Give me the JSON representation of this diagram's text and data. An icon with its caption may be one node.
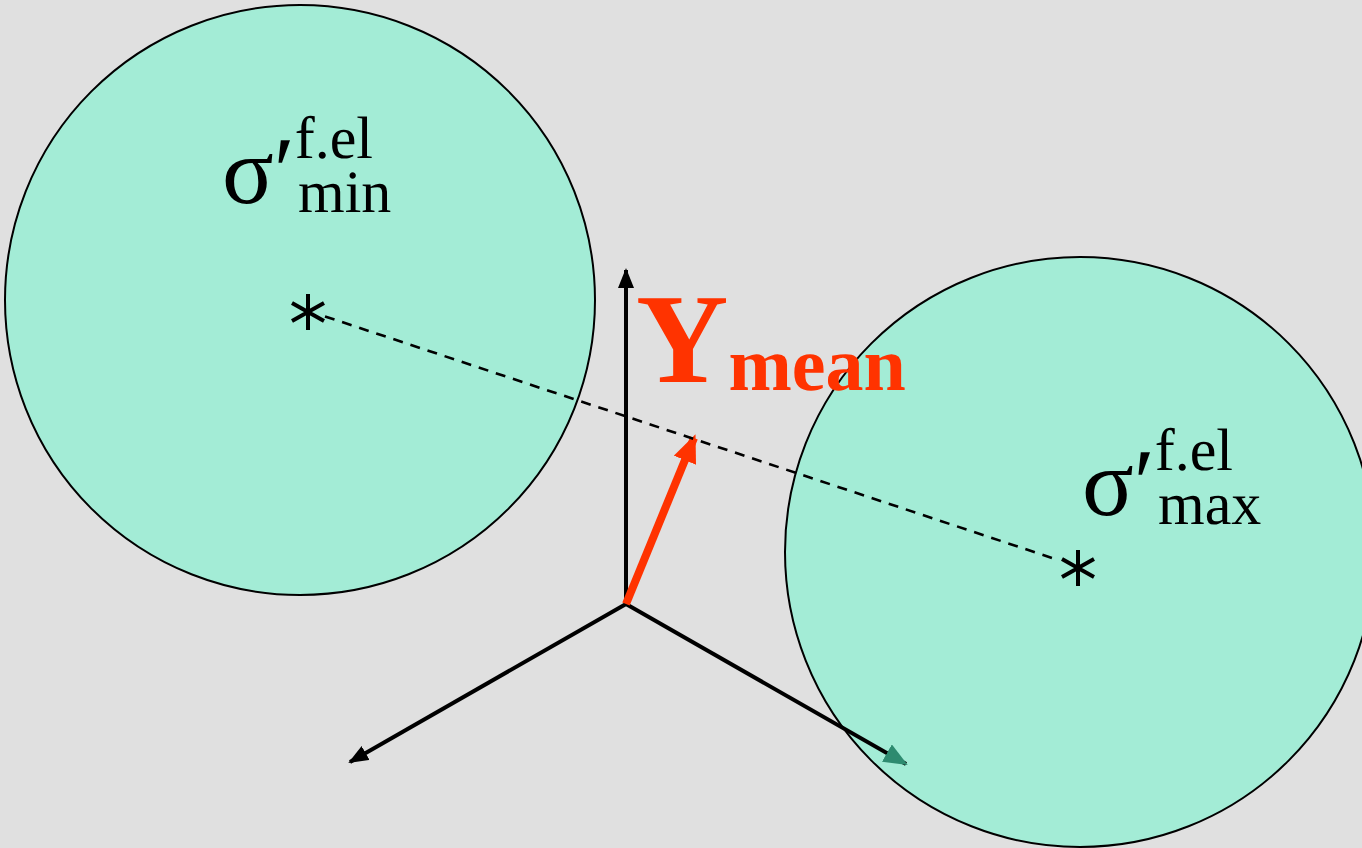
{
  "diagram": {
    "nodes": [
      {
        "text": [
          "σ′$^{f.el}$$_{min}$"
        ]
      },
      {
        "text": [],
        "shape": "star",
        "in": 0
      },
      {
        "text": [
          "σ′$^{f.el}$$_{max}$"
        ]
      },
      {
        "text": [],
        "shape": "star",
        "in": 2
      }
    ],
    "edges": [
      {
        "from": 1,
        "to": 3,
        "arrow": "none",
        "style": "dashed"
      }
    ],
    "labels": [
      "Y$_{mean}$"
    ]
  }
}
